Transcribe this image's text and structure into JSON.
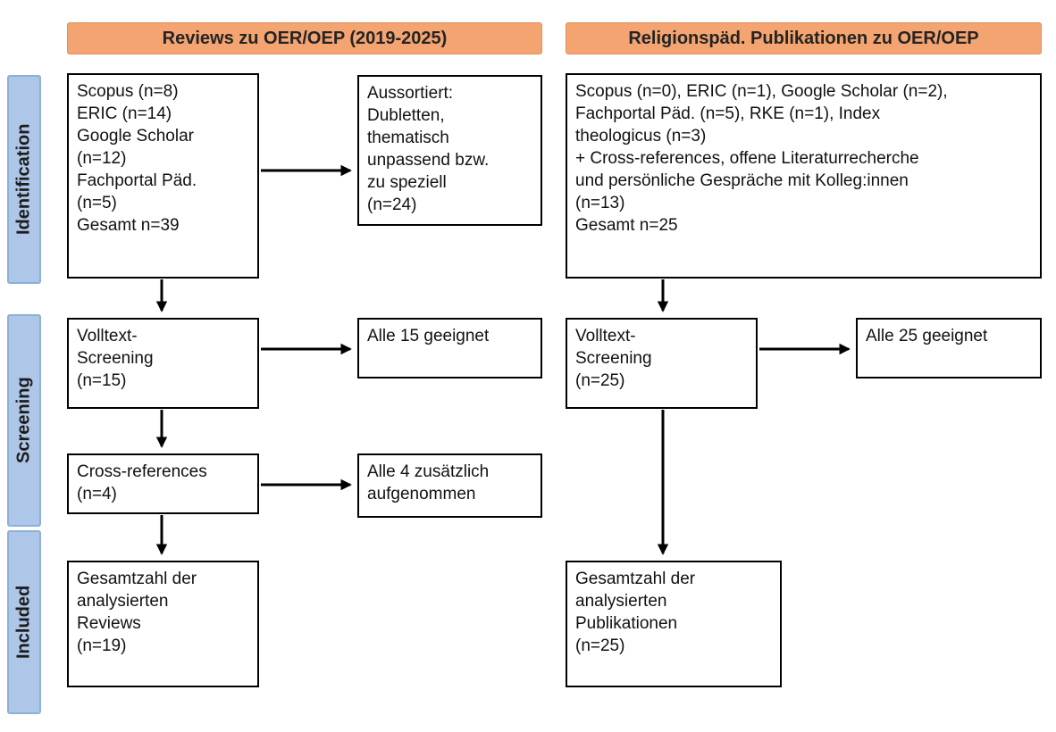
{
  "headers": {
    "left": "Reviews zu OER/OEP (2019-2025)",
    "right": "Religionspäd. Publikationen zu OER/OEP"
  },
  "stages": {
    "identification": "Identification",
    "screening": "Screening",
    "included": "Included"
  },
  "left": {
    "sources": "Scopus (n=8)\nERIC (n=14)\nGoogle Scholar\n(n=12)\nFachportal Päd.\n(n=5)\nGesamt n=39",
    "excluded": "Aussortiert:\nDubletten,\nthematisch\nunpassend bzw.\nzu speziell\n(n=24)",
    "fulltext": "Volltext-\nScreening\n(n=15)",
    "eligible": "Alle 15 geeignet",
    "crossref": "Cross-references\n(n=4)",
    "crossref_added": "Alle 4 zusätzlich\naufgenommen",
    "total": "Gesamtzahl der\nanalysierten\nReviews\n(n=19)"
  },
  "right": {
    "sources": "Scopus (n=0), ERIC (n=1), Google Scholar (n=2),\nFachportal Päd. (n=5), RKE (n=1), Index\ntheologicus (n=3)\n+ Cross-references, offene Literaturrecherche\nund persönliche Gespräche mit Kolleg:innen\n(n=13)\nGesamt n=25",
    "fulltext": "Volltext-\nScreening\n(n=25)",
    "eligible": "Alle 25 geeignet",
    "total": "Gesamtzahl der\nanalysierten\nPublikationen\n(n=25)"
  },
  "colors": {
    "header_bg": "#f4a470",
    "header_border": "#de905d",
    "stage_bg": "#aec7e8",
    "stage_border": "#8cb0d8",
    "box_border": "#000000",
    "arrow": "#000000"
  }
}
